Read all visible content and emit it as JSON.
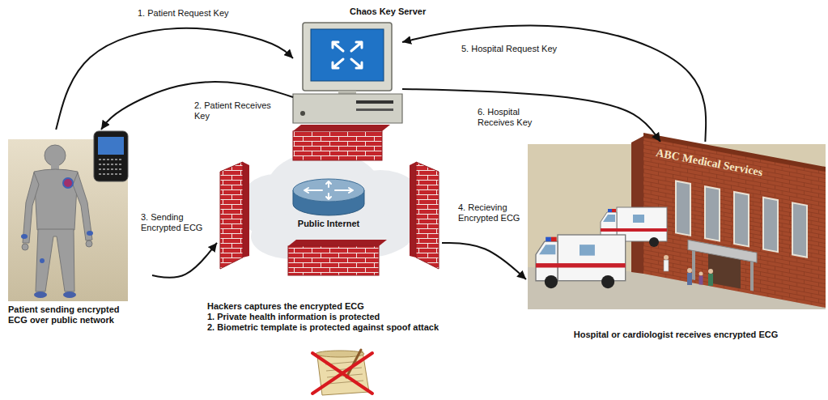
{
  "diagram": {
    "nodes": [
      {
        "text": [
          "Chaos Key Server"
        ]
      },
      {
        "text": [
          "Patient sending encrypted ECG over public network"
        ]
      },
      {
        "text": [
          "Public Internet"
        ]
      },
      {
        "text": [
          "ABC Medical Services",
          "Hospital or cardiologist receives encrypted ECG"
        ]
      }
    ],
    "edges": [
      {
        "from": 1,
        "to": 0,
        "arrow": "to",
        "label": "1. Patient Request Key"
      },
      {
        "from": 0,
        "to": 1,
        "arrow": "to",
        "label": "2. Patient Receives Key"
      },
      {
        "from": 1,
        "to": 2,
        "arrow": "to",
        "label": "3. Sending Encrypted ECG"
      },
      {
        "from": 2,
        "to": 3,
        "arrow": "to",
        "label": "4. Recieving Encrypted ECG"
      },
      {
        "from": 3,
        "to": 0,
        "arrow": "to",
        "label": "5. Hospital Request Key"
      },
      {
        "from": 0,
        "to": 3,
        "arrow": "to",
        "label": "6. Hospital Receives Key"
      }
    ],
    "labels": [
      "Hackers captures the encrypted ECG",
      "1. Private health information is protected",
      "2. Biometric template is protected against spoof attack"
    ]
  }
}
